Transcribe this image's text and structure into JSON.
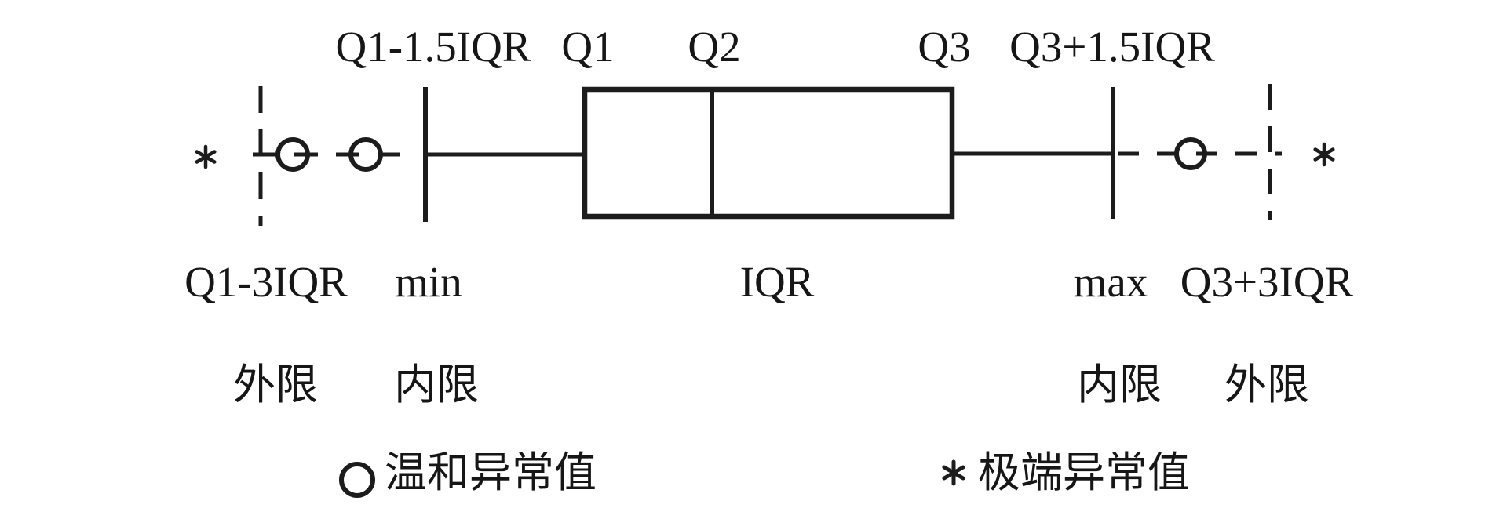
{
  "diagram_type": "boxplot-anatomy",
  "plot": {
    "top_labels": {
      "lower_inner_fence": "Q1-1.5IQR",
      "q1": "Q1",
      "q2": "Q2",
      "q3": "Q3",
      "upper_inner_fence": "Q3+1.5IQR"
    },
    "bottom_labels": {
      "lower_outer_fence": "Q1-3IQR",
      "min": "min",
      "iqr": "IQR",
      "max": "max",
      "upper_outer_fence": "Q3+3IQR"
    },
    "limit_labels": {
      "left_outer": "外限",
      "left_inner": "内限",
      "right_inner": "内限",
      "right_outer": "外限"
    },
    "symbols": {
      "mild_outlier": "circle-icon",
      "extreme_outlier": "asterisk-icon"
    }
  },
  "legend": {
    "mild": {
      "symbol": "circle-icon",
      "label": "温和异常值"
    },
    "extreme": {
      "symbol": "asterisk-icon",
      "label": "极端异常值"
    }
  },
  "colors": {
    "ink": "#1c1c1c",
    "background": "#ffffff"
  }
}
